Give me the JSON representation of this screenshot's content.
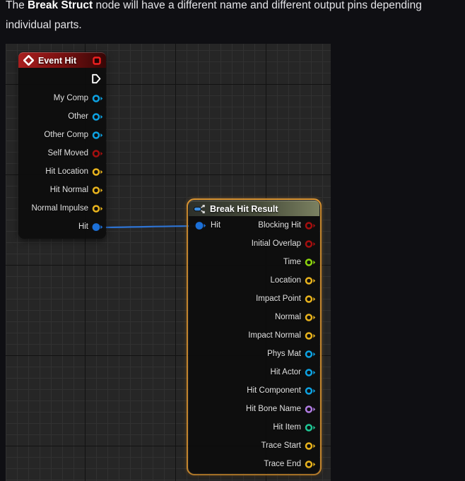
{
  "paragraph": {
    "line1_pre": "The ",
    "line1_bold": "Break Struct",
    "line1_post": " node will have a different name and different output pins depending",
    "line2": "individual parts."
  },
  "colors": {
    "selection": "#f0a438",
    "wire": "#2e74d4",
    "exec_pin": "#ffffff",
    "pin_types": {
      "object": "#0da2e2",
      "bool": "#a50f0f",
      "vector": "#e8b31d",
      "struct": "#1c70d8",
      "float": "#8dd50e",
      "name": "#b07ce2",
      "int": "#1fc795"
    }
  },
  "nodes": {
    "event_hit": {
      "title": "Event Hit",
      "header_icon": "event-diamond-icon",
      "corner_icon": "event-box-icon",
      "has_exec_out": true,
      "outputs": [
        {
          "label": "My Comp",
          "type": "object",
          "filled": false
        },
        {
          "label": "Other",
          "type": "object",
          "filled": false
        },
        {
          "label": "Other Comp",
          "type": "object",
          "filled": false
        },
        {
          "label": "Self Moved",
          "type": "bool",
          "filled": false
        },
        {
          "label": "Hit Location",
          "type": "vector",
          "filled": false
        },
        {
          "label": "Hit Normal",
          "type": "vector",
          "filled": false
        },
        {
          "label": "Normal Impulse",
          "type": "vector",
          "filled": false
        },
        {
          "label": "Hit",
          "type": "struct",
          "filled": true
        }
      ]
    },
    "break_hit_result": {
      "title": "Break Hit Result",
      "header_icon": "break-struct-icon",
      "selected": true,
      "inputs": [
        {
          "label": "Hit",
          "type": "struct",
          "filled": true
        }
      ],
      "outputs": [
        {
          "label": "Blocking Hit",
          "type": "bool",
          "filled": false
        },
        {
          "label": "Initial Overlap",
          "type": "bool",
          "filled": false
        },
        {
          "label": "Time",
          "type": "float",
          "filled": false
        },
        {
          "label": "Location",
          "type": "vector",
          "filled": false
        },
        {
          "label": "Impact Point",
          "type": "vector",
          "filled": false
        },
        {
          "label": "Normal",
          "type": "vector",
          "filled": false
        },
        {
          "label": "Impact Normal",
          "type": "vector",
          "filled": false
        },
        {
          "label": "Phys Mat",
          "type": "object",
          "filled": false
        },
        {
          "label": "Hit Actor",
          "type": "object",
          "filled": false
        },
        {
          "label": "Hit Component",
          "type": "object",
          "filled": false
        },
        {
          "label": "Hit Bone Name",
          "type": "name",
          "filled": false
        },
        {
          "label": "Hit Item",
          "type": "int",
          "filled": false
        },
        {
          "label": "Trace Start",
          "type": "vector",
          "filled": false
        },
        {
          "label": "Trace End",
          "type": "vector",
          "filled": false
        }
      ]
    }
  }
}
